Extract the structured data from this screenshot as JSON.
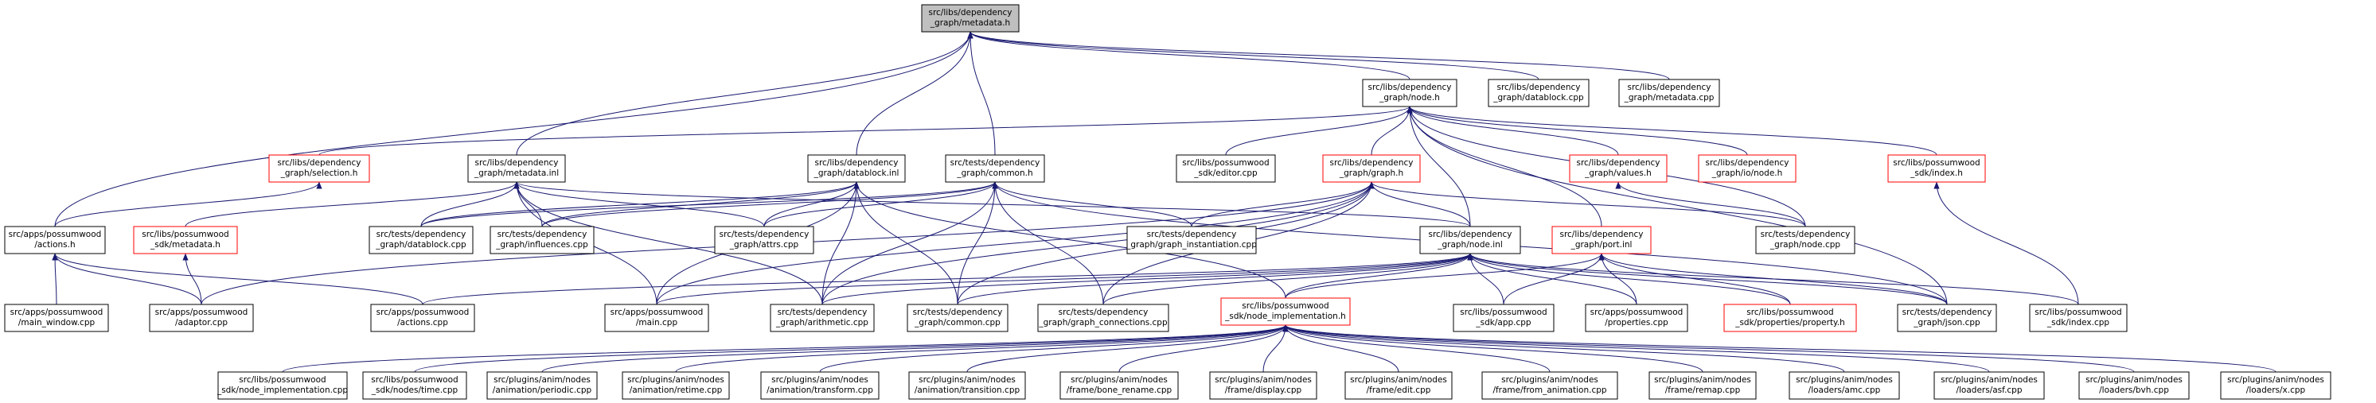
{
  "diagram": {
    "nodes": [
      {
        "id": "metadata_h",
        "lines": [
          "src/libs/dependency",
          "_graph/metadata.h"
        ],
        "fill": "#bfbfbf",
        "border": "#000000"
      },
      {
        "id": "node_h",
        "lines": [
          "src/libs/dependency",
          "_graph/node.h"
        ],
        "fill": "#ffffff",
        "border": "#000000"
      },
      {
        "id": "datablock_cpp_lib",
        "lines": [
          "src/libs/dependency",
          "_graph/datablock.cpp"
        ],
        "fill": "#ffffff",
        "border": "#000000"
      },
      {
        "id": "metadata_cpp_lib",
        "lines": [
          "src/libs/dependency",
          "_graph/metadata.cpp"
        ],
        "fill": "#ffffff",
        "border": "#000000"
      },
      {
        "id": "selection_h",
        "lines": [
          "src/libs/dependency",
          "_graph/selection.h"
        ],
        "fill": "#ffffff",
        "border": "#ff0000"
      },
      {
        "id": "metadata_inl",
        "lines": [
          "src/libs/dependency",
          "_graph/metadata.inl"
        ],
        "fill": "#ffffff",
        "border": "#000000"
      },
      {
        "id": "datablock_inl",
        "lines": [
          "src/libs/dependency",
          "_graph/datablock.inl"
        ],
        "fill": "#ffffff",
        "border": "#000000"
      },
      {
        "id": "tests_common_h",
        "lines": [
          "src/tests/dependency",
          "_graph/common.h"
        ],
        "fill": "#ffffff",
        "border": "#000000"
      },
      {
        "id": "editor_cpp",
        "lines": [
          "src/libs/possumwood",
          "_sdk/editor.cpp"
        ],
        "fill": "#ffffff",
        "border": "#000000"
      },
      {
        "id": "graph_h",
        "lines": [
          "src/libs/dependency",
          "_graph/graph.h"
        ],
        "fill": "#ffffff",
        "border": "#ff0000"
      },
      {
        "id": "values_h",
        "lines": [
          "src/libs/dependency",
          "_graph/values.h"
        ],
        "fill": "#ffffff",
        "border": "#ff0000"
      },
      {
        "id": "io_node_h",
        "lines": [
          "src/libs/dependency",
          "_graph/io/node.h"
        ],
        "fill": "#ffffff",
        "border": "#ff0000"
      },
      {
        "id": "sdk_index_h",
        "lines": [
          "src/libs/possumwood",
          "_sdk/index.h"
        ],
        "fill": "#ffffff",
        "border": "#ff0000"
      },
      {
        "id": "actions_h",
        "lines": [
          "src/apps/possumwood",
          "/actions.h"
        ],
        "fill": "#ffffff",
        "border": "#000000"
      },
      {
        "id": "sdk_metadata_h",
        "lines": [
          "src/libs/possumwood",
          "_sdk/metadata.h"
        ],
        "fill": "#ffffff",
        "border": "#ff0000"
      },
      {
        "id": "t_datablock_cpp",
        "lines": [
          "src/tests/dependency",
          "_graph/datablock.cpp"
        ],
        "fill": "#ffffff",
        "border": "#000000"
      },
      {
        "id": "t_influences_cpp",
        "lines": [
          "src/tests/dependency",
          "_graph/influences.cpp"
        ],
        "fill": "#ffffff",
        "border": "#000000"
      },
      {
        "id": "t_attrs_cpp",
        "lines": [
          "src/tests/dependency",
          "_graph/attrs.cpp"
        ],
        "fill": "#ffffff",
        "border": "#000000"
      },
      {
        "id": "t_graph_instantiation_cpp",
        "lines": [
          "src/tests/dependency",
          "_graph/graph_instantiation.cpp"
        ],
        "fill": "#ffffff",
        "border": "#000000"
      },
      {
        "id": "node_inl",
        "lines": [
          "src/libs/dependency",
          "_graph/node.inl"
        ],
        "fill": "#ffffff",
        "border": "#000000"
      },
      {
        "id": "port_inl",
        "lines": [
          "src/libs/dependency",
          "_graph/port.inl"
        ],
        "fill": "#ffffff",
        "border": "#ff0000"
      },
      {
        "id": "t_node_cpp",
        "lines": [
          "src/tests/dependency",
          "_graph/node.cpp"
        ],
        "fill": "#ffffff",
        "border": "#000000"
      },
      {
        "id": "main_window_cpp",
        "lines": [
          "src/apps/possumwood",
          "/main_window.cpp"
        ],
        "fill": "#ffffff",
        "border": "#000000"
      },
      {
        "id": "adaptor_cpp",
        "lines": [
          "src/apps/possumwood",
          "/adaptor.cpp"
        ],
        "fill": "#ffffff",
        "border": "#000000"
      },
      {
        "id": "actions_cpp",
        "lines": [
          "src/apps/possumwood",
          "/actions.cpp"
        ],
        "fill": "#ffffff",
        "border": "#000000"
      },
      {
        "id": "main_cpp",
        "lines": [
          "src/apps/possumwood",
          "/main.cpp"
        ],
        "fill": "#ffffff",
        "border": "#000000"
      },
      {
        "id": "t_arithmetic_cpp",
        "lines": [
          "src/tests/dependency",
          "_graph/arithmetic.cpp"
        ],
        "fill": "#ffffff",
        "border": "#000000"
      },
      {
        "id": "t_common_cpp",
        "lines": [
          "src/tests/dependency",
          "_graph/common.cpp"
        ],
        "fill": "#ffffff",
        "border": "#000000"
      },
      {
        "id": "t_graph_connections_cpp",
        "lines": [
          "src/tests/dependency",
          "_graph/graph_connections.cpp"
        ],
        "fill": "#ffffff",
        "border": "#000000"
      },
      {
        "id": "node_implementation_h",
        "lines": [
          "src/libs/possumwood",
          "_sdk/node_implementation.h"
        ],
        "fill": "#ffffff",
        "border": "#ff0000"
      },
      {
        "id": "sdk_app_cpp",
        "lines": [
          "src/libs/possumwood",
          "_sdk/app.cpp"
        ],
        "fill": "#ffffff",
        "border": "#000000"
      },
      {
        "id": "properties_cpp",
        "lines": [
          "src/apps/possumwood",
          "/properties.cpp"
        ],
        "fill": "#ffffff",
        "border": "#000000"
      },
      {
        "id": "property_h",
        "lines": [
          "src/libs/possumwood",
          "_sdk/properties/property.h"
        ],
        "fill": "#ffffff",
        "border": "#ff0000"
      },
      {
        "id": "t_json_cpp",
        "lines": [
          "src/tests/dependency",
          "_graph/json.cpp"
        ],
        "fill": "#ffffff",
        "border": "#000000"
      },
      {
        "id": "sdk_index_cpp",
        "lines": [
          "src/libs/possumwood",
          "_sdk/index.cpp"
        ],
        "fill": "#ffffff",
        "border": "#000000"
      },
      {
        "id": "node_implementation_cpp",
        "lines": [
          "src/libs/possumwood",
          "_sdk/node_implementation.cpp"
        ],
        "fill": "#ffffff",
        "border": "#000000"
      },
      {
        "id": "nodes_time_cpp",
        "lines": [
          "src/libs/possumwood",
          "_sdk/nodes/time.cpp"
        ],
        "fill": "#ffffff",
        "border": "#000000"
      },
      {
        "id": "anim_periodic_cpp",
        "lines": [
          "src/plugins/anim/nodes",
          "/animation/periodic.cpp"
        ],
        "fill": "#ffffff",
        "border": "#000000"
      },
      {
        "id": "anim_retime_cpp",
        "lines": [
          "src/plugins/anim/nodes",
          "/animation/retime.cpp"
        ],
        "fill": "#ffffff",
        "border": "#000000"
      },
      {
        "id": "anim_transform_cpp",
        "lines": [
          "src/plugins/anim/nodes",
          "/animation/transform.cpp"
        ],
        "fill": "#ffffff",
        "border": "#000000"
      },
      {
        "id": "anim_transition_cpp",
        "lines": [
          "src/plugins/anim/nodes",
          "/animation/transition.cpp"
        ],
        "fill": "#ffffff",
        "border": "#000000"
      },
      {
        "id": "frame_bone_rename_cpp",
        "lines": [
          "src/plugins/anim/nodes",
          "/frame/bone_rename.cpp"
        ],
        "fill": "#ffffff",
        "border": "#000000"
      },
      {
        "id": "frame_display_cpp",
        "lines": [
          "src/plugins/anim/nodes",
          "/frame/display.cpp"
        ],
        "fill": "#ffffff",
        "border": "#000000"
      },
      {
        "id": "frame_edit_cpp",
        "lines": [
          "src/plugins/anim/nodes",
          "/frame/edit.cpp"
        ],
        "fill": "#ffffff",
        "border": "#000000"
      },
      {
        "id": "frame_from_animation_cpp",
        "lines": [
          "src/plugins/anim/nodes",
          "/frame/from_animation.cpp"
        ],
        "fill": "#ffffff",
        "border": "#000000"
      },
      {
        "id": "frame_remap_cpp",
        "lines": [
          "src/plugins/anim/nodes",
          "/frame/remap.cpp"
        ],
        "fill": "#ffffff",
        "border": "#000000"
      },
      {
        "id": "loaders_amc_cpp",
        "lines": [
          "src/plugins/anim/nodes",
          "/loaders/amc.cpp"
        ],
        "fill": "#ffffff",
        "border": "#000000"
      },
      {
        "id": "loaders_asf_cpp",
        "lines": [
          "src/plugins/anim/nodes",
          "/loaders/asf.cpp"
        ],
        "fill": "#ffffff",
        "border": "#000000"
      },
      {
        "id": "loaders_bvh_cpp",
        "lines": [
          "src/plugins/anim/nodes",
          "/loaders/bvh.cpp"
        ],
        "fill": "#ffffff",
        "border": "#000000"
      },
      {
        "id": "loaders_x_cpp",
        "lines": [
          "src/plugins/anim/nodes",
          "/loaders/x.cpp"
        ],
        "fill": "#ffffff",
        "border": "#000000"
      }
    ],
    "edges": [
      [
        "node_h",
        "metadata_h"
      ],
      [
        "datablock_cpp_lib",
        "metadata_h"
      ],
      [
        "metadata_cpp_lib",
        "metadata_h"
      ],
      [
        "metadata_inl",
        "metadata_h"
      ],
      [
        "datablock_inl",
        "metadata_h"
      ],
      [
        "tests_common_h",
        "metadata_h"
      ],
      [
        "actions_h",
        "metadata_h"
      ],
      [
        "selection_h",
        "node_h"
      ],
      [
        "editor_cpp",
        "node_h"
      ],
      [
        "graph_h",
        "node_h"
      ],
      [
        "values_h",
        "node_h"
      ],
      [
        "io_node_h",
        "node_h"
      ],
      [
        "sdk_index_h",
        "node_h"
      ],
      [
        "node_inl",
        "node_h"
      ],
      [
        "port_inl",
        "node_h"
      ],
      [
        "t_node_cpp",
        "node_h"
      ],
      [
        "t_json_cpp",
        "node_h"
      ],
      [
        "actions_h",
        "selection_h"
      ],
      [
        "sdk_metadata_h",
        "metadata_inl"
      ],
      [
        "t_datablock_cpp",
        "metadata_inl"
      ],
      [
        "t_influences_cpp",
        "metadata_inl"
      ],
      [
        "t_attrs_cpp",
        "metadata_inl"
      ],
      [
        "node_inl",
        "metadata_inl"
      ],
      [
        "main_cpp",
        "metadata_inl"
      ],
      [
        "t_arithmetic_cpp",
        "metadata_inl"
      ],
      [
        "t_datablock_cpp",
        "datablock_inl"
      ],
      [
        "t_influences_cpp",
        "datablock_inl"
      ],
      [
        "t_attrs_cpp",
        "datablock_inl"
      ],
      [
        "main_cpp",
        "datablock_inl"
      ],
      [
        "t_arithmetic_cpp",
        "datablock_inl"
      ],
      [
        "t_common_cpp",
        "datablock_inl"
      ],
      [
        "node_implementation_h",
        "datablock_inl"
      ],
      [
        "t_datablock_cpp",
        "tests_common_h"
      ],
      [
        "t_influences_cpp",
        "tests_common_h"
      ],
      [
        "t_attrs_cpp",
        "tests_common_h"
      ],
      [
        "t_graph_instantiation_cpp",
        "tests_common_h"
      ],
      [
        "t_arithmetic_cpp",
        "tests_common_h"
      ],
      [
        "t_common_cpp",
        "tests_common_h"
      ],
      [
        "t_graph_connections_cpp",
        "tests_common_h"
      ],
      [
        "t_json_cpp",
        "tests_common_h"
      ],
      [
        "t_graph_instantiation_cpp",
        "graph_h"
      ],
      [
        "node_inl",
        "graph_h"
      ],
      [
        "t_node_cpp",
        "graph_h"
      ],
      [
        "t_arithmetic_cpp",
        "graph_h"
      ],
      [
        "t_common_cpp",
        "graph_h"
      ],
      [
        "t_graph_connections_cpp",
        "graph_h"
      ],
      [
        "main_cpp",
        "graph_h"
      ],
      [
        "adaptor_cpp",
        "graph_h"
      ],
      [
        "t_node_cpp",
        "values_h"
      ],
      [
        "sdk_index_cpp",
        "sdk_index_h"
      ],
      [
        "main_window_cpp",
        "actions_h"
      ],
      [
        "adaptor_cpp",
        "actions_h"
      ],
      [
        "actions_cpp",
        "actions_h"
      ],
      [
        "adaptor_cpp",
        "sdk_metadata_h"
      ],
      [
        "actions_cpp",
        "node_inl"
      ],
      [
        "main_cpp",
        "node_inl"
      ],
      [
        "t_arithmetic_cpp",
        "node_inl"
      ],
      [
        "t_common_cpp",
        "node_inl"
      ],
      [
        "t_graph_connections_cpp",
        "node_inl"
      ],
      [
        "node_implementation_h",
        "node_inl"
      ],
      [
        "sdk_app_cpp",
        "node_inl"
      ],
      [
        "properties_cpp",
        "node_inl"
      ],
      [
        "property_h",
        "node_inl"
      ],
      [
        "t_json_cpp",
        "node_inl"
      ],
      [
        "sdk_index_cpp",
        "node_inl"
      ],
      [
        "node_implementation_h",
        "port_inl"
      ],
      [
        "sdk_app_cpp",
        "port_inl"
      ],
      [
        "properties_cpp",
        "port_inl"
      ],
      [
        "property_h",
        "port_inl"
      ],
      [
        "t_json_cpp",
        "port_inl"
      ],
      [
        "node_implementation_cpp",
        "node_implementation_h"
      ],
      [
        "nodes_time_cpp",
        "node_implementation_h"
      ],
      [
        "anim_periodic_cpp",
        "node_implementation_h"
      ],
      [
        "anim_retime_cpp",
        "node_implementation_h"
      ],
      [
        "anim_transform_cpp",
        "node_implementation_h"
      ],
      [
        "anim_transition_cpp",
        "node_implementation_h"
      ],
      [
        "frame_bone_rename_cpp",
        "node_implementation_h"
      ],
      [
        "frame_display_cpp",
        "node_implementation_h"
      ],
      [
        "frame_edit_cpp",
        "node_implementation_h"
      ],
      [
        "frame_from_animation_cpp",
        "node_implementation_h"
      ],
      [
        "frame_remap_cpp",
        "node_implementation_h"
      ],
      [
        "loaders_amc_cpp",
        "node_implementation_h"
      ],
      [
        "loaders_asf_cpp",
        "node_implementation_h"
      ],
      [
        "loaders_bvh_cpp",
        "node_implementation_h"
      ],
      [
        "loaders_x_cpp",
        "node_implementation_h"
      ]
    ]
  }
}
